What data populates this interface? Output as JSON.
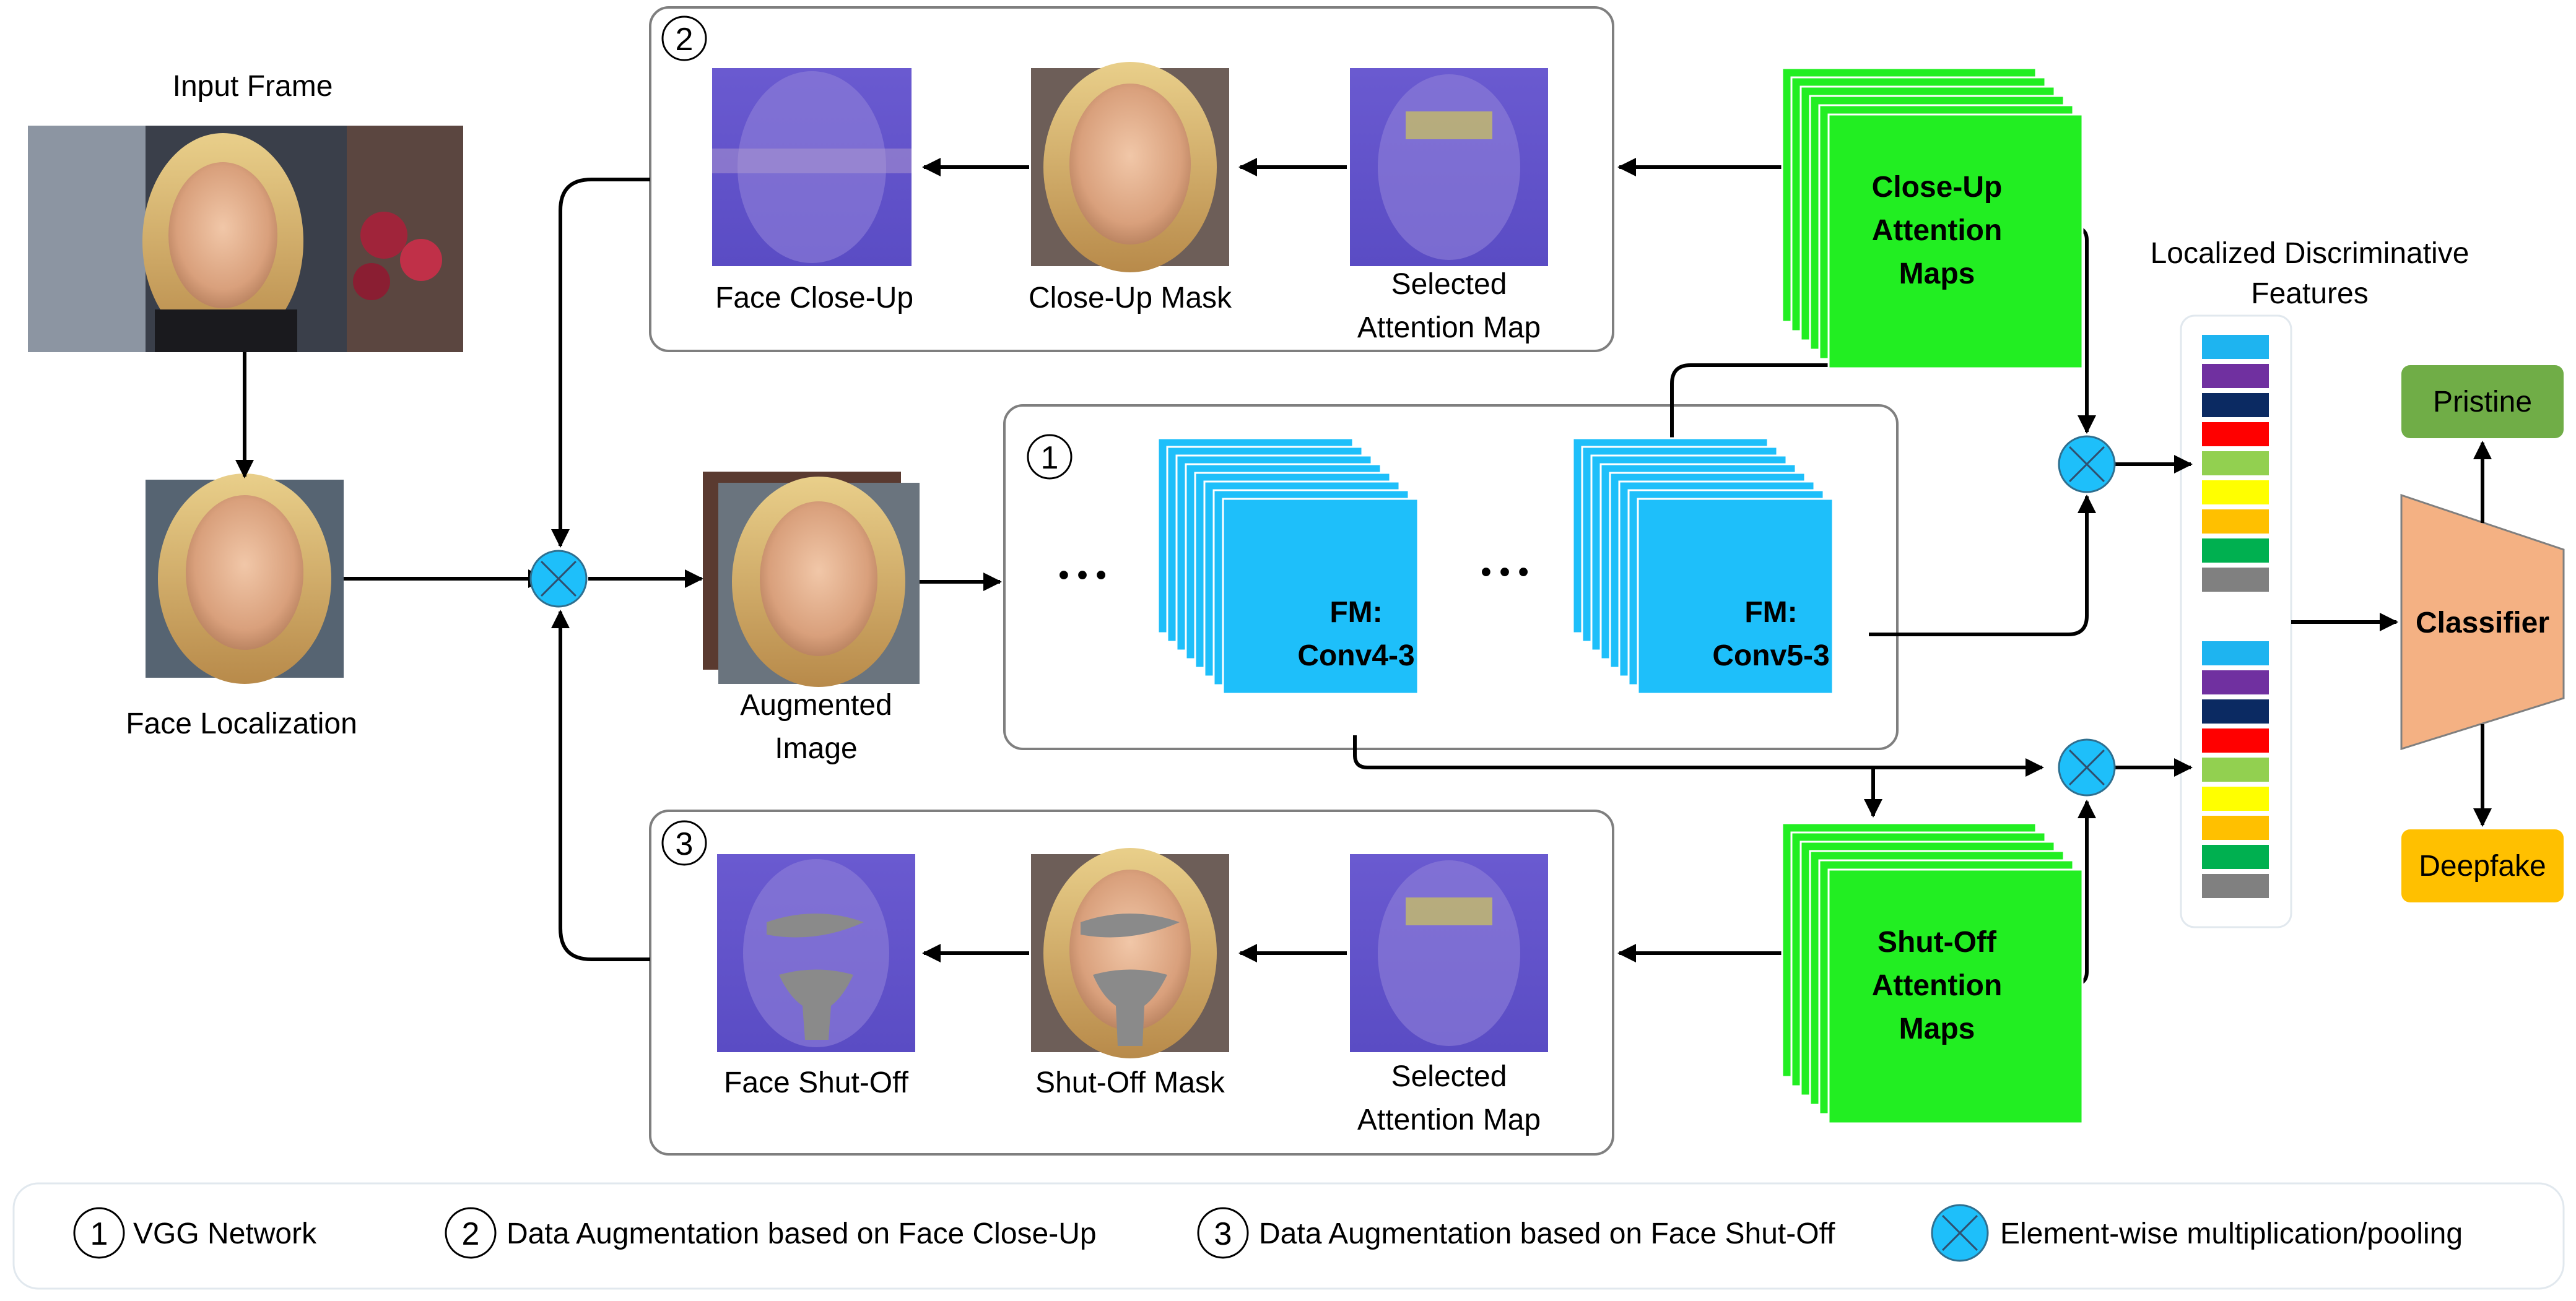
{
  "labels": {
    "input_frame": "Input Frame",
    "face_localization": "Face Localization",
    "augmented_image": [
      "Augmented",
      "Image"
    ],
    "face_closeup": "Face Close-Up",
    "closeup_mask": "Close-Up Mask",
    "selected_attention_map": [
      "Selected",
      "Attention Map"
    ],
    "face_shutoff": "Face Shut-Off",
    "shutoff_mask": "Shut-Off Mask",
    "closeup_attention_maps": [
      "Close-Up",
      "Attention",
      "Maps"
    ],
    "shutoff_attention_maps": [
      "Shut-Off",
      "Attention",
      "Maps"
    ],
    "fm_conv4": [
      "FM:",
      "Conv4-3"
    ],
    "fm_conv5": [
      "FM:",
      "Conv5-3"
    ],
    "dots": "• • •",
    "localized_features": [
      "Localized Discriminative",
      "Features"
    ],
    "classifier": "Classifier",
    "pristine": "Pristine",
    "deepfake": "Deepfake"
  },
  "step_numbers": {
    "vgg": "1",
    "closeup": "2",
    "shutoff": "3"
  },
  "legend": {
    "vgg": "VGG Network",
    "closeup": "Data Augmentation based on Face Close-Up",
    "shutoff": "Data Augmentation based on Face Shut-Off",
    "multiply": "Element-wise multiplication/pooling"
  },
  "colors": {
    "attention_green": "#22EE22",
    "feature_map_blue": "#1EBFFA",
    "pristine_green": "#70AD47",
    "deepfake_orange": "#FFC000",
    "classifier_salmon": "#F4B183",
    "feature_vector": [
      "#1EB4F0",
      "#7030A0",
      "#0B2A62",
      "#FF0000",
      "#92D050",
      "#FFFF00",
      "#FFC000",
      "#00B050",
      "#808080"
    ]
  }
}
